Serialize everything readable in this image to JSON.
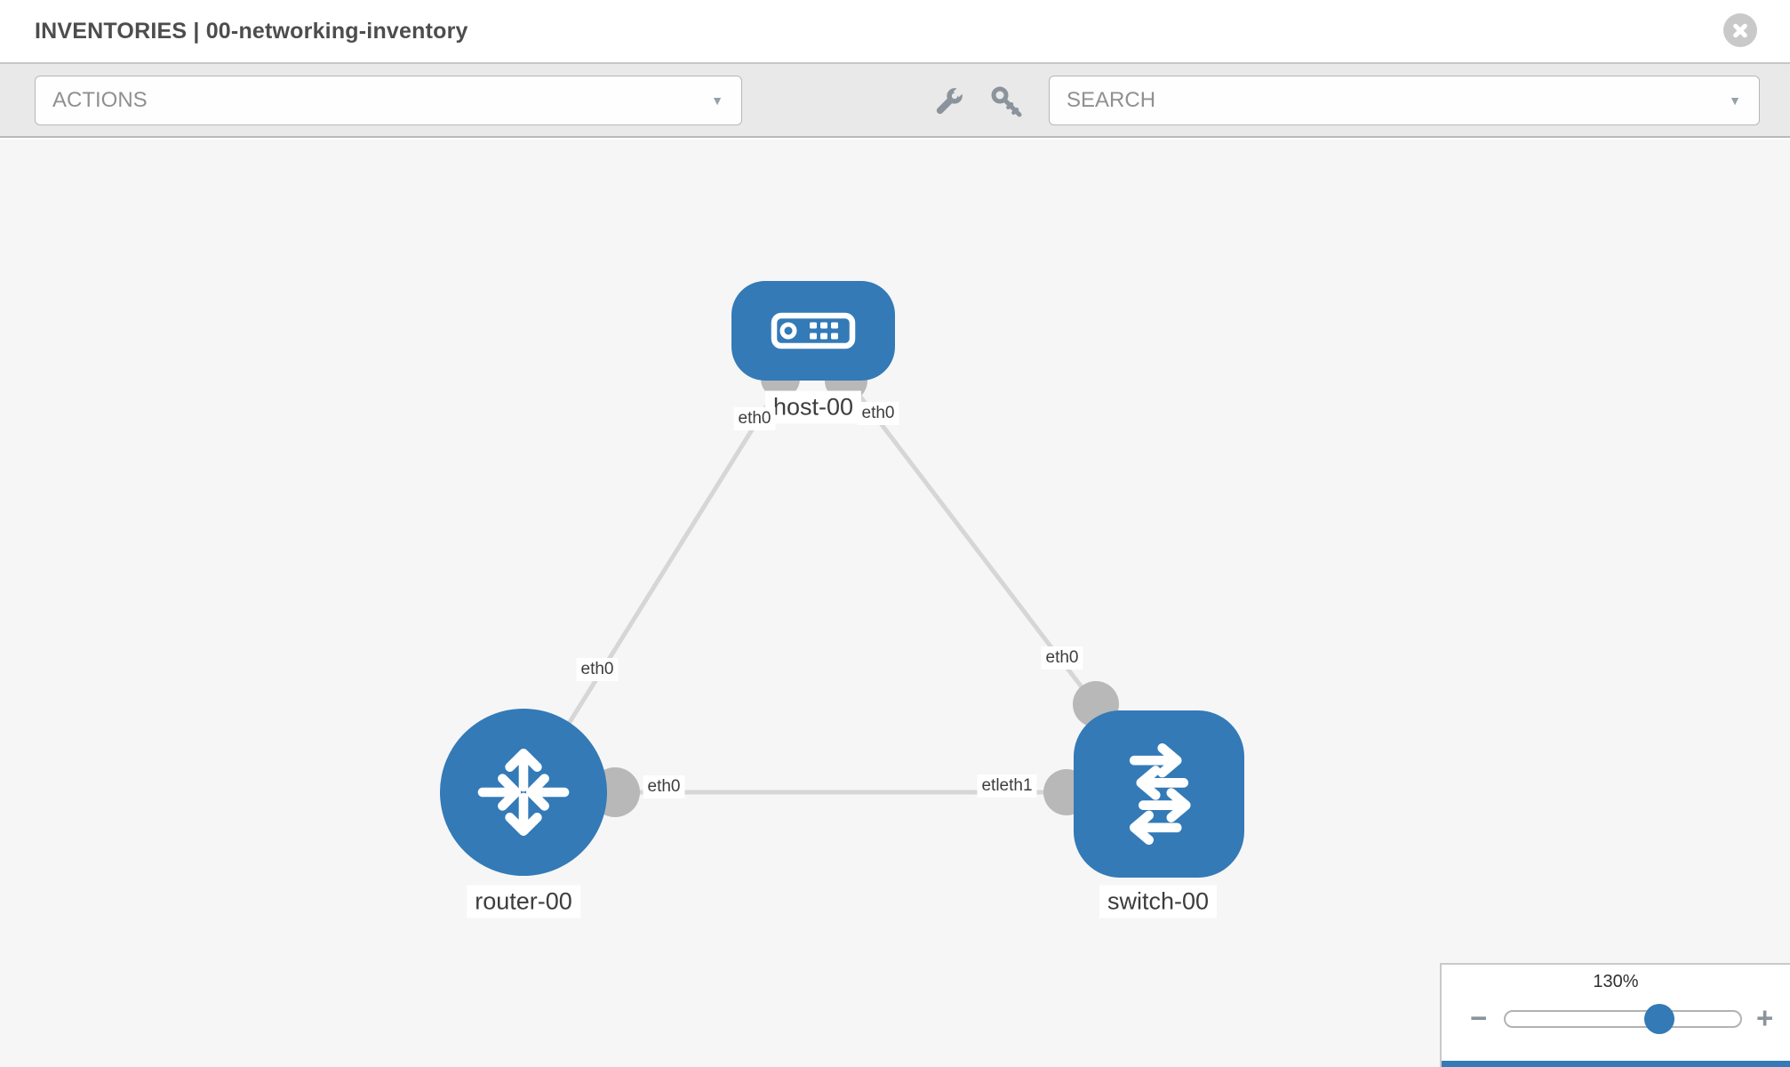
{
  "header": {
    "title": "INVENTORIES | 00-networking-inventory"
  },
  "toolbar": {
    "actions_label": "ACTIONS",
    "search_placeholder": "SEARCH",
    "caret": "▼",
    "icons": [
      "wrench-icon",
      "key-icon"
    ]
  },
  "topology": {
    "nodes": [
      {
        "id": "host-00",
        "type": "host",
        "label": "host-00"
      },
      {
        "id": "router-00",
        "type": "router",
        "label": "router-00"
      },
      {
        "id": "switch-00",
        "type": "switch",
        "label": "switch-00"
      }
    ],
    "links": [
      {
        "from": "host-00",
        "to": "router-00",
        "from_label": "eth0",
        "to_label": "eth0"
      },
      {
        "from": "host-00",
        "to": "switch-00",
        "from_label": "eth0",
        "to_label": "eth0"
      },
      {
        "from": "router-00",
        "to": "switch-00",
        "from_label": "eth0",
        "to_label": "etleth1"
      }
    ]
  },
  "zoom_control": {
    "level": "130%",
    "minus_label": "−",
    "plus_label": "+"
  },
  "colors": {
    "accent_blue": "#337ab7",
    "link_gray": "#d6d6d6",
    "dot_gray": "#b8b8b8",
    "toolbar_bg": "#e9e9e9",
    "canvas_bg": "#f6f6f6"
  }
}
